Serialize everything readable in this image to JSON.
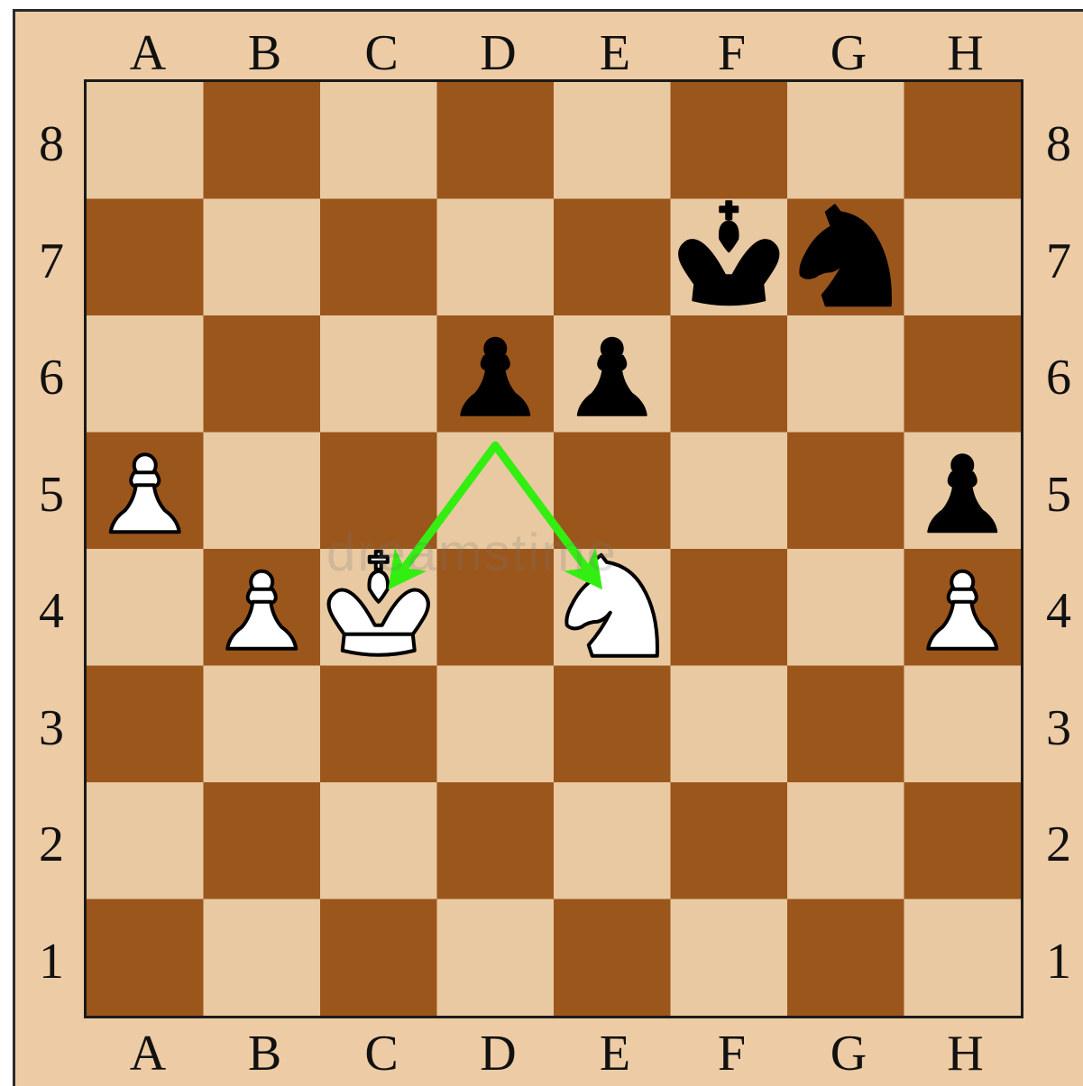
{
  "files": [
    "A",
    "B",
    "C",
    "D",
    "E",
    "F",
    "G",
    "H"
  ],
  "ranks": [
    "8",
    "7",
    "6",
    "5",
    "4",
    "3",
    "2",
    "1"
  ],
  "colors": {
    "light_square": "#e9c9a1",
    "dark_square": "#9b561b",
    "arrow": "#33ee11",
    "frame": "#edcba4"
  },
  "pieces": [
    {
      "square": "f7",
      "color": "black",
      "type": "king",
      "icon": "black-king-icon"
    },
    {
      "square": "g7",
      "color": "black",
      "type": "knight",
      "icon": "black-knight-icon"
    },
    {
      "square": "d6",
      "color": "black",
      "type": "pawn",
      "icon": "black-pawn-icon"
    },
    {
      "square": "e6",
      "color": "black",
      "type": "pawn",
      "icon": "black-pawn-icon"
    },
    {
      "square": "a5",
      "color": "white",
      "type": "pawn",
      "icon": "white-pawn-icon"
    },
    {
      "square": "h5",
      "color": "black",
      "type": "pawn",
      "icon": "black-pawn-icon"
    },
    {
      "square": "b4",
      "color": "white",
      "type": "pawn",
      "icon": "white-pawn-icon"
    },
    {
      "square": "c4",
      "color": "white",
      "type": "king",
      "icon": "white-king-icon"
    },
    {
      "square": "e4",
      "color": "white",
      "type": "knight",
      "icon": "white-knight-icon"
    },
    {
      "square": "h4",
      "color": "white",
      "type": "pawn",
      "icon": "white-pawn-icon"
    }
  ],
  "arrows": [
    {
      "from": "d5",
      "to": "c4",
      "color": "#33ee11"
    },
    {
      "from": "d5",
      "to": "e4",
      "color": "#33ee11"
    }
  ],
  "watermark": "dreamstime"
}
